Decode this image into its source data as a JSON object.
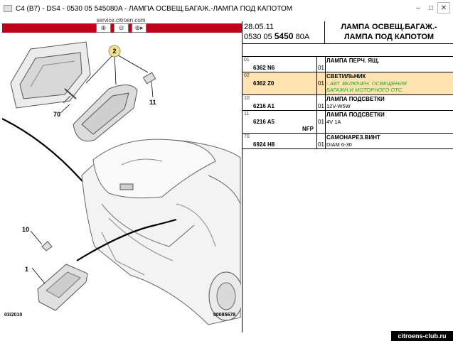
{
  "window": {
    "title": "C4 (B7) - DS4 - 0530 05 545080A - ЛАМПА ОСВЕЩ.БАГАЖ.-ЛАМПА ПОД КАПОТОМ",
    "minimize": "–",
    "maximize": "□",
    "close": "✕"
  },
  "url": "service.citroen.com",
  "toolbar": {
    "zoom_in": "⊕",
    "zoom_out": "⊖",
    "zoom_fit": "⊕▸"
  },
  "diagram": {
    "callouts": [
      "2",
      "11",
      "70",
      "10",
      "1"
    ],
    "date": "03/2010",
    "code": "00085678"
  },
  "header": {
    "date": "28.05.11",
    "ref_prefix": "0530 05 ",
    "ref_bold": "5450",
    "ref_suffix": " 80A",
    "title_line1": "ЛАМПА ОСВЕЩ.БАГАЖ.-",
    "title_line2": "ЛАМПА ПОД КАПОТОМ"
  },
  "parts": [
    {
      "num": "01",
      "ref": "6362 N6",
      "nfp": "",
      "qty": "01",
      "desc": "ЛАМПА ПЕРЧ. ЯЩ.",
      "notes": [],
      "selected": false
    },
    {
      "num": "02",
      "ref": "6362 Z0",
      "nfp": "",
      "qty": "01",
      "desc": "СВЕТИЛЬНИК",
      "notes": [
        "- АВТ. ВКЛЮЧЕН. ОСВЕЩЕНИЯ",
        "БАГАЖН.И МОТОРНОГО ОТС."
      ],
      "selected": true
    },
    {
      "num": "10",
      "ref": "6216 A1",
      "nfp": "",
      "qty": "01",
      "desc": "ЛАМПА ПОДСВЕТКИ",
      "notes": [
        "12V-W5W"
      ],
      "selected": false
    },
    {
      "num": "11",
      "ref": "6216 A5",
      "nfp": "NFP",
      "qty": "01",
      "desc": "ЛАМПА ПОДСВЕТКИ",
      "notes": [
        "4V 1A"
      ],
      "selected": false
    },
    {
      "num": "70",
      "ref": "6924 H8",
      "nfp": "",
      "qty": "01",
      "desc": "САМОНАРЕЗ.ВИНТ",
      "notes": [
        "DIAM 6-30"
      ],
      "selected": false
    }
  ],
  "watermark": "citroens-club.ru",
  "colors": {
    "accent": "#c0001a",
    "selected_row": "#ffe3b0",
    "note_green": "#2aa52a"
  }
}
